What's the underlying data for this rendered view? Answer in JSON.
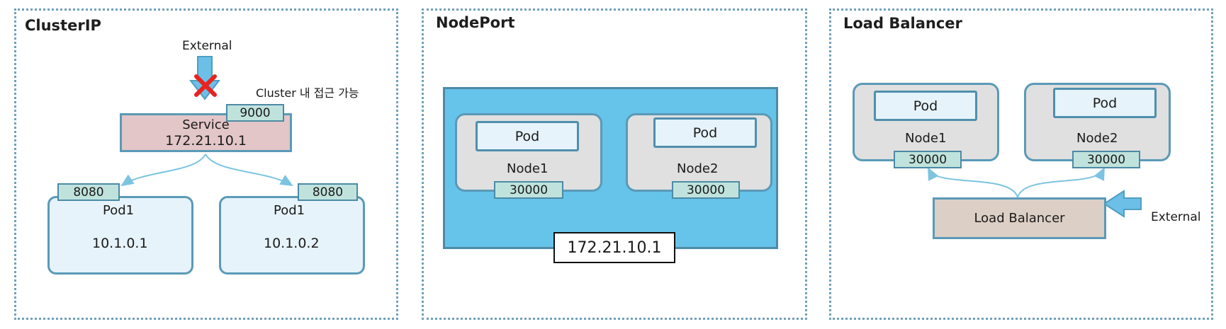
{
  "clusterip": {
    "title": "ClusterIP",
    "external_label": "External",
    "note": "Cluster 내 접근 가능",
    "service_port": "9000",
    "service_name": "Service",
    "service_ip": "172.21.10.1",
    "pods": [
      {
        "port": "8080",
        "name": "Pod1",
        "ip": "10.1.0.1"
      },
      {
        "port": "8080",
        "name": "Pod1",
        "ip": "10.1.0.2"
      }
    ]
  },
  "nodeport": {
    "title": "NodePort",
    "ip": "172.21.10.1",
    "nodes": [
      {
        "pod": "Pod",
        "name": "Node1",
        "port": "30000"
      },
      {
        "pod": "Pod",
        "name": "Node2",
        "port": "30000"
      }
    ]
  },
  "loadbalancer": {
    "title": "Load Balancer",
    "lb_label": "Load Balancer",
    "external_label": "External",
    "nodes": [
      {
        "pod": "Pod",
        "name": "Node1",
        "port": "30000"
      },
      {
        "pod": "Pod",
        "name": "Node2",
        "port": "30000"
      }
    ]
  },
  "colors": {
    "panel_border": "#6fa0b8",
    "service_fill": "#e3c6c8",
    "cluster_fill": "#66c3ea",
    "lb_fill": "#dccfc5",
    "arrow_fill": "#6cc0e8",
    "x_mark": "#e8231f"
  }
}
